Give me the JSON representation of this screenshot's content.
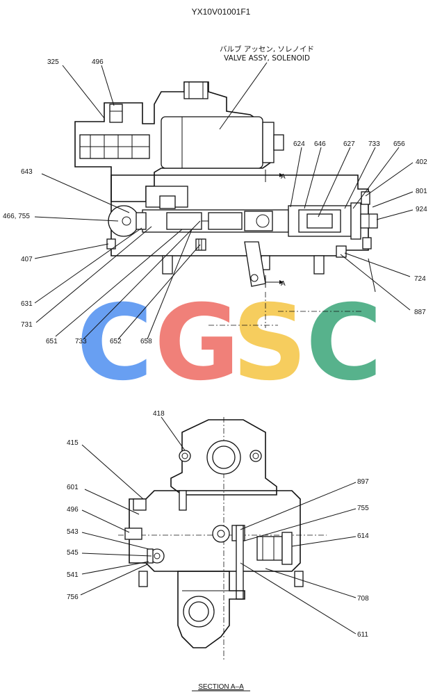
{
  "drawing_number": "YX10V01001F1",
  "valve_label": {
    "jp": "バルブ アッセン, ソレノイド",
    "en": "VALVE ASSY, SOLENOID"
  },
  "section_marker": "A",
  "section_title": "SECTION A–A",
  "watermark": [
    "C",
    "G",
    "S",
    "C"
  ],
  "watermark_colors": [
    "#4e8ff0",
    "#ee6b62",
    "#f5c542",
    "#3aa579"
  ],
  "top_callouts": [
    "325",
    "496",
    "643",
    "466, 755",
    "407",
    "631",
    "731",
    "651",
    "733",
    "652",
    "658",
    "624",
    "646",
    "627",
    "733",
    "656",
    "402",
    "801",
    "924",
    "724",
    "887"
  ],
  "bottom_callouts": [
    "418",
    "415",
    "601",
    "496",
    "543",
    "545",
    "541",
    "756",
    "897",
    "755",
    "614",
    "708",
    "611"
  ]
}
